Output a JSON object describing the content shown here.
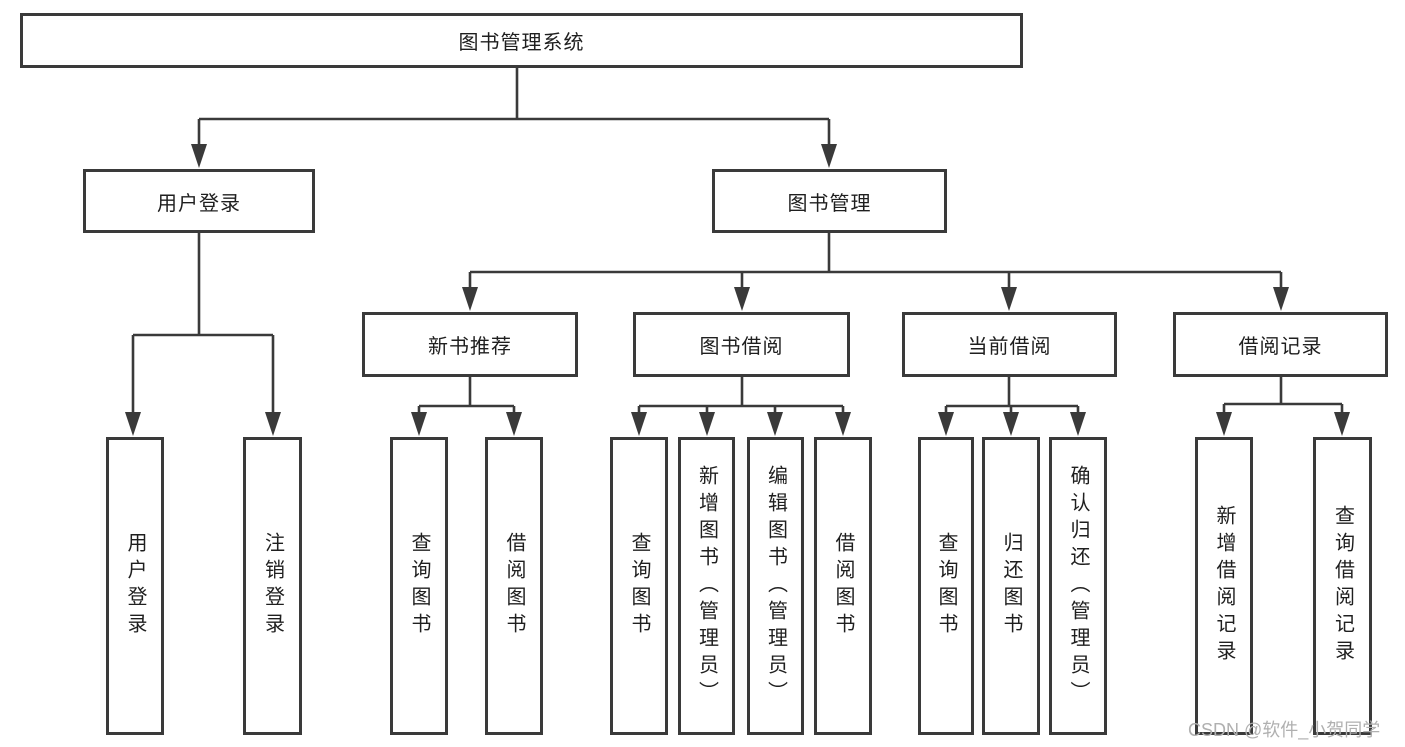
{
  "diagram": {
    "root": {
      "label": "图书管理系统"
    },
    "branches": [
      {
        "label": "用户登录",
        "children": [
          {
            "label": "用户登录"
          },
          {
            "label": "注销登录"
          }
        ]
      },
      {
        "label": "图书管理",
        "children": [
          {
            "label": "新书推荐",
            "children": [
              {
                "label": "查询图书"
              },
              {
                "label": "借阅图书"
              }
            ]
          },
          {
            "label": "图书借阅",
            "children": [
              {
                "label": "查询图书"
              },
              {
                "label": "新增图书（管理员）"
              },
              {
                "label": "编辑图书（管理员）"
              },
              {
                "label": "借阅图书"
              }
            ]
          },
          {
            "label": "当前借阅",
            "children": [
              {
                "label": "查询图书"
              },
              {
                "label": "归还图书"
              },
              {
                "label": "确认归还（管理员）"
              }
            ]
          },
          {
            "label": "借阅记录",
            "children": [
              {
                "label": "新增借阅记录"
              },
              {
                "label": "查询借阅记录"
              }
            ]
          }
        ]
      }
    ]
  },
  "watermark": {
    "text": "CSDN @软件_小贺同学"
  },
  "colors": {
    "line": "#3a3a3a",
    "border": "#3a3a3a",
    "fill": "#ffffff",
    "text": "#1f1f1f",
    "watermark": "#b0b0b0",
    "background": "#ffffff"
  }
}
